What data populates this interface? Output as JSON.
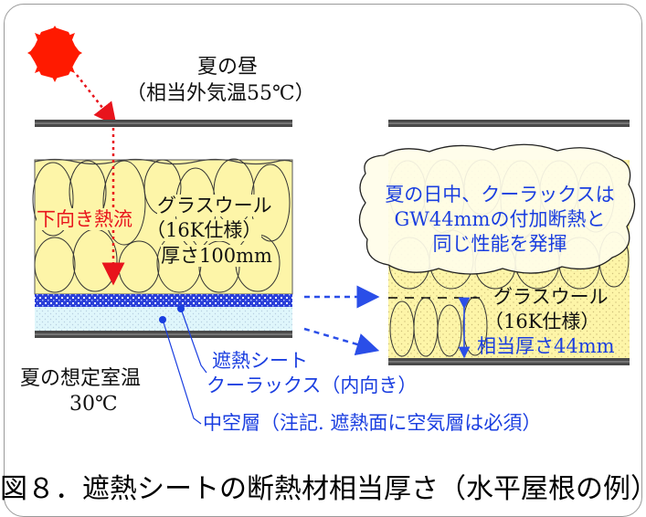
{
  "labels": {
    "summer_noon": "夏の昼",
    "outside_temp": "（相当外気温55℃）",
    "heat_flow": "下向き熱流",
    "gw_name": "グラスウール",
    "gw_spec": "（16K仕様）",
    "gw_thickness": "厚さ100mm",
    "room_temp_title": "夏の想定室温",
    "room_temp_value": "30℃",
    "sheet_name": "遮熱シート",
    "sheet_product": "クーラックス（内向き）",
    "air_layer": "中空層（注記. 遮熱面に空気層は必須）",
    "cloud_line1": "夏の日中、クーラックスは",
    "cloud_line2": "GW44mmの付加断熱と",
    "cloud_line3": "同じ性能を発揮",
    "right_gw_name": "グラスウール",
    "right_gw_spec": "（16K仕様）",
    "right_gw_thickness": "相当厚さ44mm"
  },
  "caption": "図８．遮熱シートの断熱材相当厚さ（水平屋根の例）",
  "colors": {
    "insulation": "#fdf5a8",
    "sheet": "#2a3fd8",
    "air_layer": "#dff6fb",
    "text_blue": "#1a3ee0",
    "text_red": "#e8141c",
    "sun": "#ff1a00"
  }
}
